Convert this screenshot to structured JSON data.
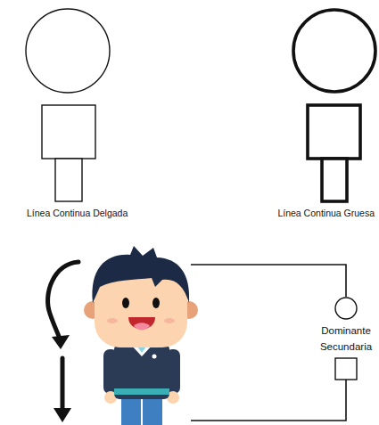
{
  "diagram": {
    "nodes": [
      {
        "text": [
          "Dominante"
        ]
      },
      {
        "text": [
          "Secundaria"
        ]
      }
    ],
    "labels": [
      "Línea Continua Delgada",
      "Línea Continua Gruesa"
    ]
  }
}
